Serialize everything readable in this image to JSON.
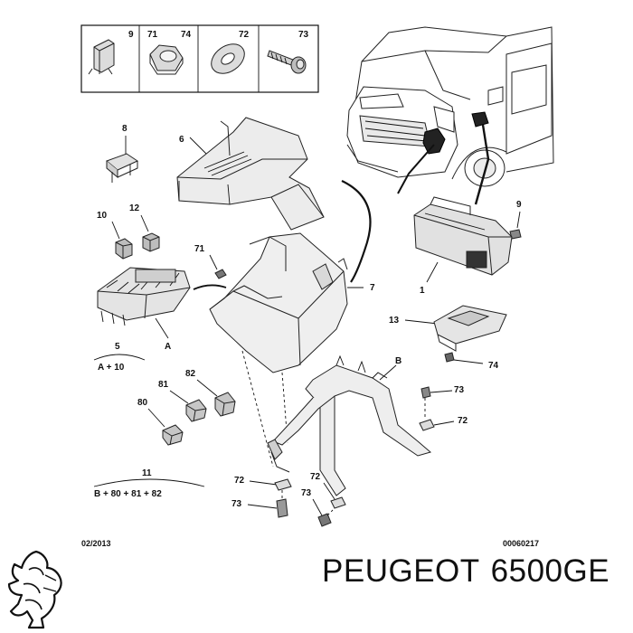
{
  "legend_boxes": [
    {
      "ref": "9"
    },
    {
      "ref1": "71",
      "ref2": "74"
    },
    {
      "ref": "72"
    },
    {
      "ref": "73"
    }
  ],
  "labels": {
    "l8": "8",
    "l6": "6",
    "l10": "10",
    "l12": "12",
    "l71": "71",
    "l7": "7",
    "l9": "9",
    "l1": "1",
    "l13": "13",
    "l74": "74",
    "lB": "B",
    "l73a": "73",
    "l72a": "72",
    "l5": "5",
    "l5sub": "A + 10",
    "lA": "A",
    "l81": "81",
    "l82": "82",
    "l80": "80",
    "l11": "11",
    "l11sub": "B + 80 + 81 + 82",
    "l72b": "72",
    "l73b": "73",
    "l72c": "72",
    "l73c": "73"
  },
  "footer": {
    "date": "02/2013",
    "code": "00060217"
  },
  "brand": {
    "make": "PEUGEOT",
    "part_number": "6500GE"
  }
}
